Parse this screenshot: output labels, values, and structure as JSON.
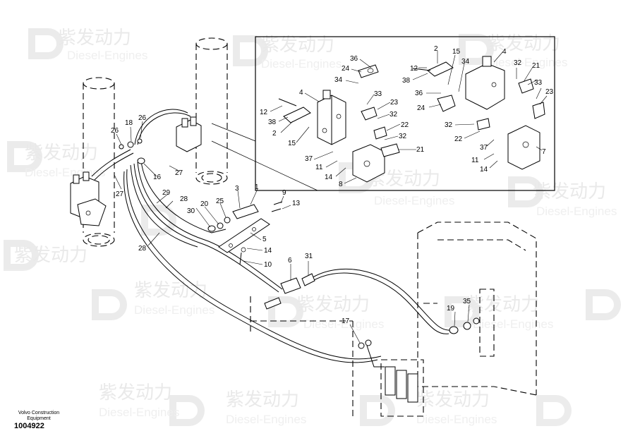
{
  "caption": {
    "brand": "Volvo Construction",
    "brand_line2": "Equipment",
    "part_number": "1004922"
  },
  "watermark": {
    "text": "紫发动力",
    "subtext": "Diesel-Engines"
  },
  "callouts": {
    "c1": "1",
    "c2": "2",
    "c3": "3",
    "c4": "4",
    "c5": "5",
    "c6": "6",
    "c7": "7",
    "c8": "8",
    "c9": "9",
    "c10": "10",
    "c11": "11",
    "c12": "12",
    "c13": "13",
    "c14": "14",
    "c15": "15",
    "c16": "16",
    "c17": "17",
    "c18": "18",
    "c19": "19",
    "c20": "20",
    "c21": "21",
    "c22": "22",
    "c23": "23",
    "c24": "24",
    "c25": "25",
    "c26": "26",
    "c27": "27",
    "c28": "28",
    "c29": "29",
    "c30": "30",
    "c31": "31",
    "c32": "32",
    "c33": "33",
    "c34": "34",
    "c35": "35",
    "c36": "36",
    "c37": "37",
    "c38": "38"
  }
}
